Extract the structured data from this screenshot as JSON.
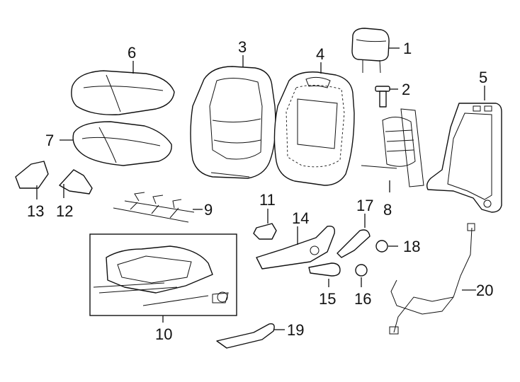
{
  "callouts": {
    "c1": "1",
    "c2": "2",
    "c3": "3",
    "c4": "4",
    "c5": "5",
    "c6": "6",
    "c7": "7",
    "c8": "8",
    "c9": "9",
    "c10": "10",
    "c11": "11",
    "c12": "12",
    "c13": "13",
    "c14": "14",
    "c15": "15",
    "c16": "16",
    "c17": "17",
    "c18": "18",
    "c19": "19",
    "c20": "20"
  },
  "colors": {
    "line": "#111111",
    "background": "#ffffff"
  },
  "icons": {
    "headrest": "headrest-icon",
    "guide": "headrest-guide-icon",
    "frame": "seat-back-frame-icon",
    "cushion_cover": "cushion-cover-icon",
    "cushion_pad": "cushion-pad-icon",
    "back_cover": "seat-back-cover-icon",
    "back_pad": "seat-back-pad-icon",
    "lumbar": "lumbar-support-icon",
    "wire": "wire-frame-icon",
    "adjuster": "seat-adjuster-icon"
  }
}
